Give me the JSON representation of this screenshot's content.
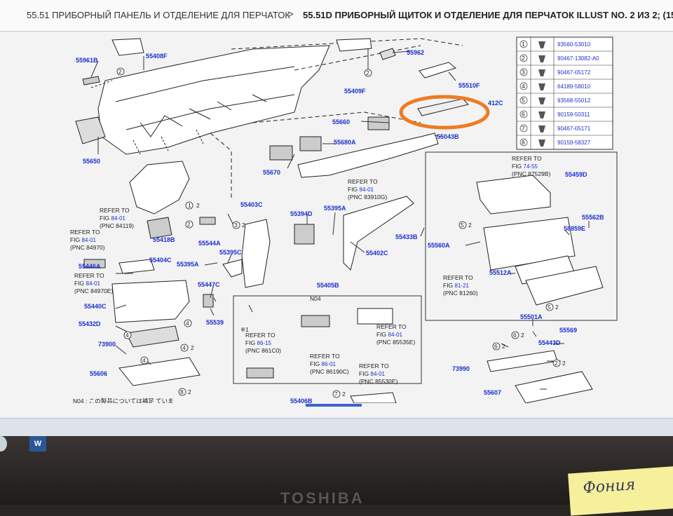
{
  "breadcrumb": {
    "item1": "55.51 ПРИБОРНЫЙ ПАНЕЛЬ И ОТДЕЛЕНИЕ ДЛЯ ПЕРЧАТОК",
    "separator": ">",
    "item2": "55.51D ПРИБОРНЫЙ ЩИТОК И ОТДЕЛЕНИЕ ДЛЯ ПЕРЧАТОК ILLUST NO. 2 ИЗ 2; (1509-);"
  },
  "parts": {
    "p55961B": "55961B",
    "p55408F": "55408F",
    "p55962": "55962",
    "p55510F": "55510F",
    "p55409F": "55409F",
    "p55412C": "412C",
    "p55660": "55660",
    "p55043B": "55043B",
    "p55650": "55650",
    "p55680A": "55680A",
    "p55670": "55670",
    "p55459D": "55459D",
    "p55403C": "55403C",
    "p55394D": "55394D",
    "p55395A_top": "55395A",
    "p55418B": "55418B",
    "p55544A": "55544A",
    "p55404C": "55404C",
    "p55395C": "55395C",
    "p55402C": "55402C",
    "p55433B": "55433B",
    "p55560A": "55560A",
    "p55562B": "55562B",
    "p58859E": "58859E",
    "p55446A": "55446A",
    "p55395A_mid": "55395A",
    "p55447C": "55447C",
    "p55512A": "55512A",
    "p55440C": "55440C",
    "p55405B": "55405B",
    "p55432D": "55432D",
    "p55539": "55539",
    "p55501A": "55501A",
    "p73900": "73900",
    "p55569": "55569",
    "p55443D": "55443D",
    "p55606": "55606",
    "p73990": "73990",
    "p55607": "55607",
    "p55406B": "55406B",
    "n04": "N04"
  },
  "refs": [
    {
      "line1": "REFER TO",
      "fig_prefix": "FIG ",
      "fig": "84-01",
      "pnc": "(PNC 84119)"
    },
    {
      "line1": "REFER TO",
      "fig_prefix": "FIG ",
      "fig": "84-01",
      "pnc": "(PNC 84970)"
    },
    {
      "line1": "REFER TO",
      "fig_prefix": "FIG ",
      "fig": "84-01",
      "pnc": "(PNC 84970E)"
    },
    {
      "line1": "REFER TO",
      "fig_prefix": "FIG ",
      "fig": "84-01",
      "pnc": "(PNC 83910G)"
    },
    {
      "line1": "REFER TO",
      "fig_prefix": "FIG ",
      "fig": "74-55",
      "pnc": "(PNC 87529B)"
    },
    {
      "line1": "REFER TO",
      "fig_prefix": "FIG ",
      "fig": "81-21",
      "pnc": "(PNC 81260)"
    },
    {
      "line1": "REFER TO",
      "fig_prefix": "FIG ",
      "fig": "84-01",
      "pnc": "(PNC 85535E)"
    },
    {
      "line1": "REFER TO",
      "fig_prefix": "FIG ",
      "fig": "86-15",
      "pnc": "(PNC 861C0)"
    },
    {
      "line1": "REFER TO",
      "fig_prefix": "FIG ",
      "fig": "86-01",
      "pnc": "(PNC 86190C)"
    },
    {
      "line1": "REFER TO",
      "fig_prefix": "FIG ",
      "fig": "84-01",
      "pnc": "(PNC 85530E)"
    }
  ],
  "legend": [
    {
      "num": "1",
      "part": "93560-53010"
    },
    {
      "num": "2",
      "part": "90467-13082-A0"
    },
    {
      "num": "3",
      "part": "90467-05172"
    },
    {
      "num": "4",
      "part": "64189-58010"
    },
    {
      "num": "5",
      "part": "93568-55012"
    },
    {
      "num": "6",
      "part": "90159-50311"
    },
    {
      "num": "7",
      "part": "90467-05171"
    },
    {
      "num": "8",
      "part": "90159-58327"
    }
  ],
  "callouts": {
    "c2a": "2",
    "c1": "1",
    "c2b": "2",
    "c3": "3",
    "c2c": "2",
    "c4a": "4",
    "c4b": "4",
    "c2d": "2",
    "c4c": "4",
    "c2e": "2",
    "c8": "8",
    "c2f": "2",
    "c5a": "5",
    "c2g": "2",
    "c5b": "5",
    "c2h": "2",
    "c6a": "6",
    "c2i": "2",
    "c6b": "6",
    "c2j": "2",
    "c4d": "4",
    "c2k": "2",
    "c7": "7",
    "c2l": "2",
    "c2m": "2",
    "c2n": "2",
    "star1": "※1"
  },
  "footnote": "N04 : この製品については補足 ていま",
  "taskbar": {
    "word_label": "W"
  },
  "bezel": {
    "brand": "TOSHIBA",
    "note": "Фония"
  },
  "colors": {
    "highlight": "#f07a22",
    "label_blue": "#1d2fd0"
  }
}
